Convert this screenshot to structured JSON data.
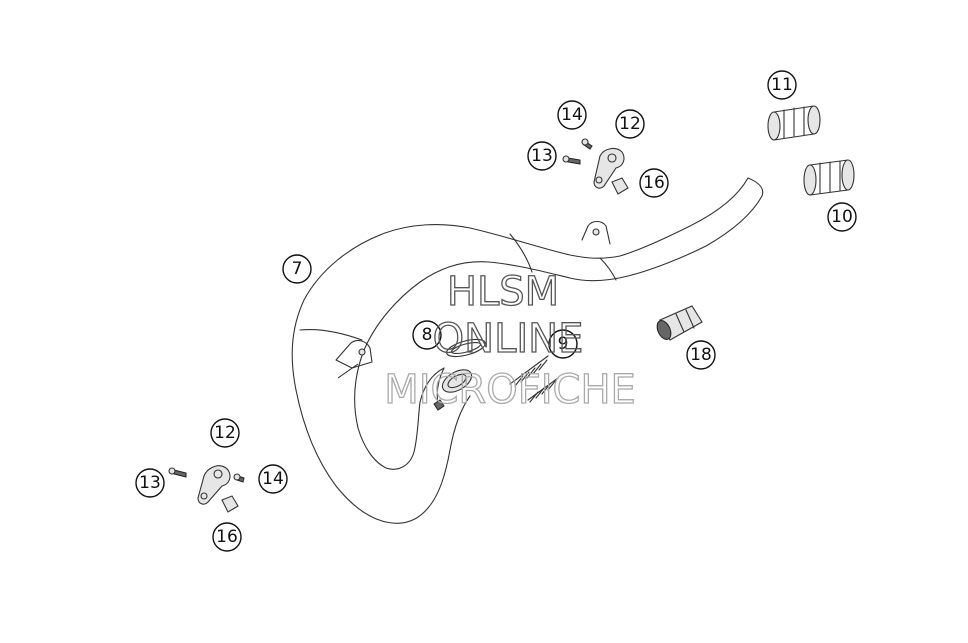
{
  "diagram": {
    "callouts": [
      "7",
      "8",
      "9",
      "10",
      "11",
      "12",
      "13",
      "14",
      "16",
      "18",
      "12",
      "13",
      "14",
      "16"
    ]
  },
  "watermark": {
    "line1": "HLSM",
    "line2": "ONLINE",
    "line3": "MICROFICHE"
  }
}
